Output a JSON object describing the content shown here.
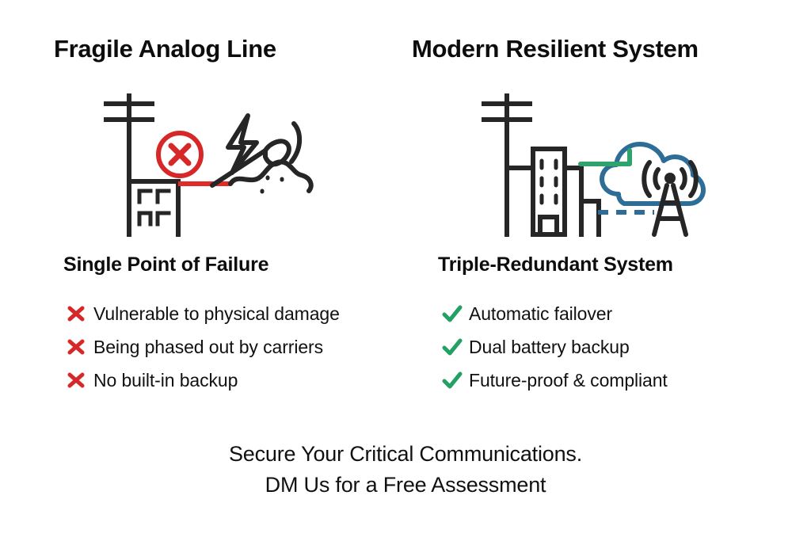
{
  "columns": {
    "left": {
      "title": "Fragile Analog Line",
      "subtitle": "Single Point of Failure",
      "mark_icon": "x-mark-icon",
      "mark_color": "#D62828",
      "bullets": [
        "Vulnerable to physical damage",
        "Being phased out by carriers",
        "No built-in backup"
      ],
      "illustration": {
        "name": "fragile-analog-line-illustration",
        "elements": [
          "utility-pole-icon",
          "error-circle-x-icon",
          "lightning-bolt-icon",
          "shovel-icon",
          "dirt-mound-icon",
          "building-icon",
          "severed-copper-line"
        ],
        "line_color": "#E02B26",
        "stroke_color": "#262626"
      }
    },
    "right": {
      "title": "Modern Resilient System",
      "subtitle": "Triple-Redundant System",
      "mark_icon": "check-mark-icon",
      "mark_color": "#23A063",
      "bullets": [
        "Automatic failover",
        "Dual battery backup",
        "Future-proof & compliant"
      ],
      "illustration": {
        "name": "modern-resilient-system-illustration",
        "elements": [
          "utility-pole-icon",
          "office-buildings-icon",
          "cloud-icon",
          "fiber-link-line",
          "wireless-link-dashed-line",
          "cell-tower-icon"
        ],
        "cloud_color": "#2E6D96",
        "fiber_color": "#2EA36B",
        "wireless_color": "#2E6D96",
        "stroke_color": "#262626"
      }
    }
  },
  "cta": {
    "line1": "Secure Your Critical Communications.",
    "line2": "DM Us for a Free Assessment"
  },
  "theme": {
    "background": "#FFFFFF",
    "text": "#111111",
    "danger": "#D62828",
    "success": "#23A063",
    "accent_blue": "#2E6D96",
    "ink": "#262626"
  }
}
